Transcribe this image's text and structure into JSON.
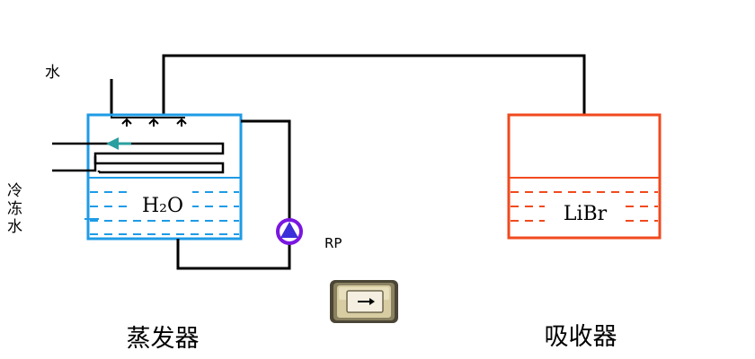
{
  "labels": {
    "water_in": "水",
    "chilled_water": [
      "冷",
      "冻",
      "水"
    ],
    "evaporator_liquid": "H₂O",
    "pump": "RP",
    "absorber_liquid": "LiBr",
    "evaporator": "蒸发器",
    "absorber": "吸收器",
    "next_arrow": "→"
  },
  "colors": {
    "evaporator": "#1e9be6",
    "absorber": "#f04a1e",
    "pipe": "#000000",
    "pump_ring": "#7a17e0",
    "pump_fill": "#3a2fd9",
    "flow_arrow": "#2a9fa0",
    "button_face": "#d8cda2",
    "button_frame": "#6e664c"
  },
  "icons": {
    "pump": "pump-icon",
    "flow_arrow": "flow-arrow-icon",
    "next_button": "arrow-right-icon"
  }
}
